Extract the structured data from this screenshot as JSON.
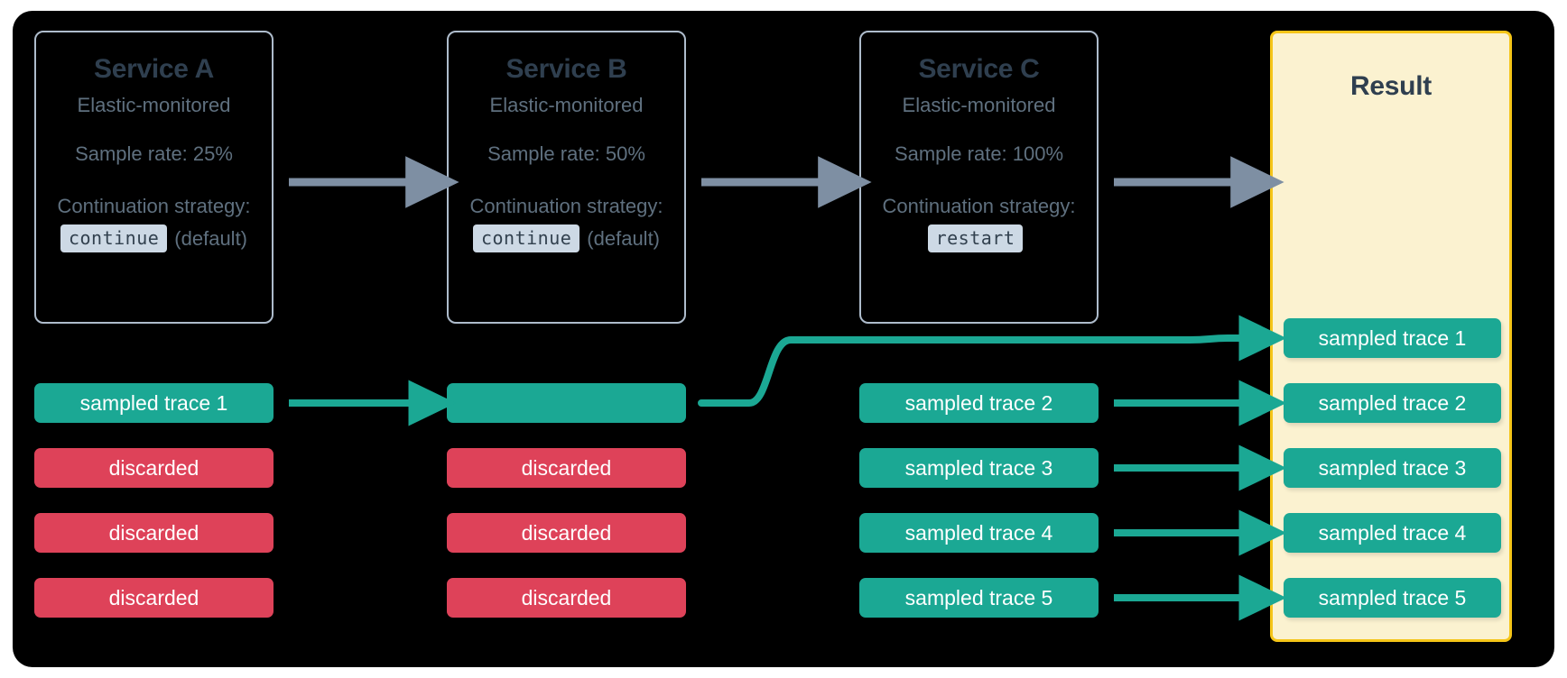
{
  "diagram": {
    "title": "Distributed tracing sampling across services",
    "colors": {
      "frame_bg": "#000000",
      "card_border": "#aebccc",
      "card_title": "#2f3f4f",
      "card_text": "#5f707f",
      "code_badge_bg": "#cdd9e5",
      "code_badge_text": "#32414f",
      "sampled": "#1ba894",
      "discarded": "#de4259",
      "result_border": "#f5c518",
      "result_bg": "#fbf2d0",
      "gray_arrow": "#7e8fa3"
    },
    "services": [
      {
        "name": "Service A",
        "monitored": "Elastic-monitored",
        "sample_rate": "Sample rate: 25%",
        "strategy_label": "Continuation strategy:",
        "strategy_code": "continue",
        "strategy_note": "(default)"
      },
      {
        "name": "Service B",
        "monitored": "Elastic-monitored",
        "sample_rate": "Sample rate: 50%",
        "strategy_label": "Continuation strategy:",
        "strategy_code": "continue",
        "strategy_note": "(default)"
      },
      {
        "name": "Service C",
        "monitored": "Elastic-monitored",
        "sample_rate": "Sample rate: 100%",
        "strategy_label": "Continuation strategy:",
        "strategy_code": "restart",
        "strategy_note": ""
      }
    ],
    "result": {
      "title": "Result",
      "traces": [
        "sampled trace 1",
        "sampled trace 2",
        "sampled trace 3",
        "sampled trace 4",
        "sampled trace 5"
      ]
    },
    "columns": [
      {
        "service": "Service A",
        "rows": [
          {
            "label": "sampled trace 1",
            "kind": "sampled"
          },
          {
            "label": "discarded",
            "kind": "discarded"
          },
          {
            "label": "discarded",
            "kind": "discarded"
          },
          {
            "label": "discarded",
            "kind": "discarded"
          }
        ]
      },
      {
        "service": "Service B",
        "rows": [
          {
            "label": "",
            "kind": "sampled"
          },
          {
            "label": "discarded",
            "kind": "discarded"
          },
          {
            "label": "discarded",
            "kind": "discarded"
          },
          {
            "label": "discarded",
            "kind": "discarded"
          }
        ]
      },
      {
        "service": "Service C",
        "rows": [
          {
            "label": "sampled trace 2",
            "kind": "sampled"
          },
          {
            "label": "sampled trace 3",
            "kind": "sampled"
          },
          {
            "label": "sampled trace 4",
            "kind": "sampled"
          },
          {
            "label": "sampled trace 5",
            "kind": "sampled"
          }
        ]
      }
    ]
  }
}
